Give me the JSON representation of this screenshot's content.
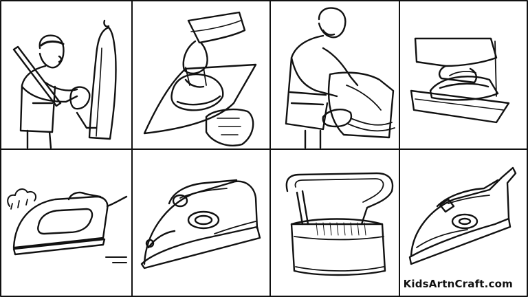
{
  "watermark": "KidsArtnCraft.com",
  "colors": {
    "ink": "#111111",
    "paper": "#ffffff"
  },
  "grid": {
    "columns": 4,
    "rows": 2
  },
  "panels": [
    {
      "icon": "man-steaming-garment-icon"
    },
    {
      "icon": "hand-ironing-cloth-icon"
    },
    {
      "icon": "man-ironing-shirt-icon"
    },
    {
      "icon": "hand-ironing-sleeve-icon"
    },
    {
      "icon": "steam-iron-with-cord-icon"
    },
    {
      "icon": "steam-iron-side-view-icon"
    },
    {
      "icon": "vintage-flat-iron-icon"
    },
    {
      "icon": "steam-iron-upright-icon"
    }
  ]
}
